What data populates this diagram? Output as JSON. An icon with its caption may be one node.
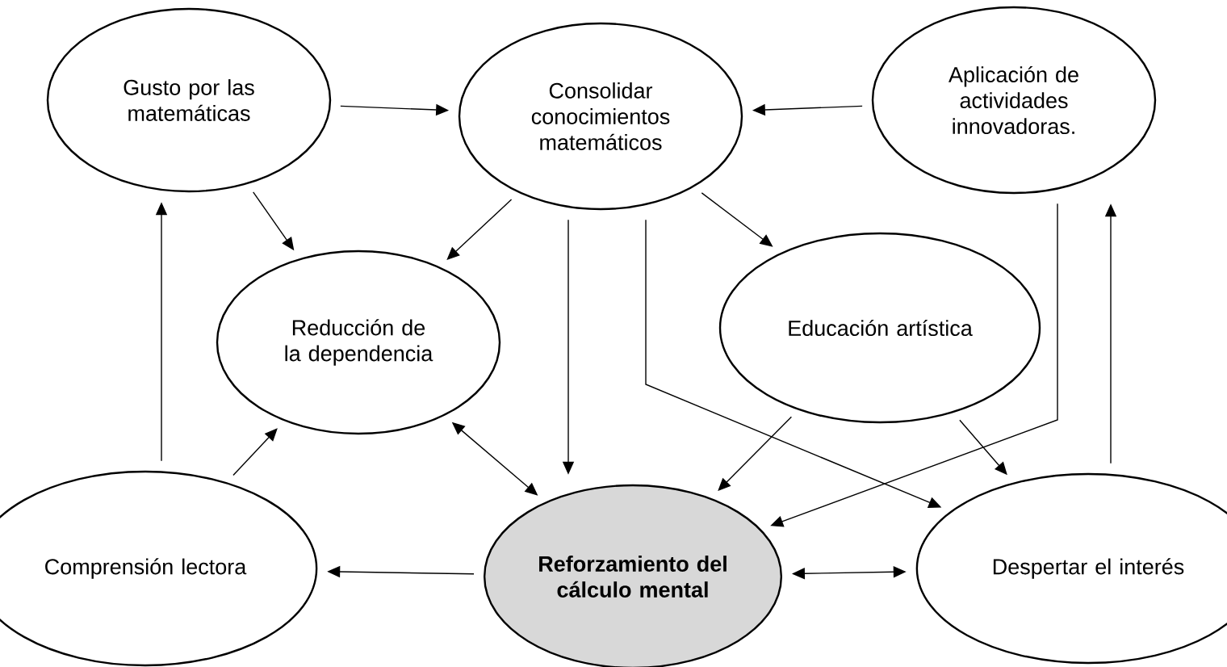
{
  "diagram": {
    "nodes": [
      {
        "text": [
          "Gusto por las matemáticas"
        ]
      },
      {
        "text": [
          "Consolidar conocimientos matemáticos"
        ]
      },
      {
        "text": [
          "Aplicación de actividades innovadoras."
        ]
      },
      {
        "text": [
          "Reducción de la dependencia"
        ]
      },
      {
        "text": [
          "Educación artística"
        ]
      },
      {
        "text": [
          "Comprensión lectora"
        ]
      },
      {
        "text": [
          "Reforzamiento del cálculo mental"
        ]
      },
      {
        "text": [
          "Despertar el interés"
        ]
      }
    ],
    "edges": [
      {
        "from": 0,
        "to": 1,
        "arrow": "to"
      },
      {
        "from": 2,
        "to": 1,
        "arrow": "to"
      },
      {
        "from": 0,
        "to": 3,
        "arrow": "to"
      },
      {
        "from": 1,
        "to": 3,
        "arrow": "to"
      },
      {
        "from": 1,
        "to": 4,
        "arrow": "to"
      },
      {
        "from": 1,
        "to": 6,
        "arrow": "to"
      },
      {
        "from": 1,
        "to": 7,
        "arrow": "to"
      },
      {
        "from": 2,
        "to": 6,
        "arrow": "to"
      },
      {
        "from": 4,
        "to": 6,
        "arrow": "to"
      },
      {
        "from": 4,
        "to": 7,
        "arrow": "to"
      },
      {
        "from": 7,
        "to": 2,
        "arrow": "to"
      },
      {
        "from": 5,
        "to": 0,
        "arrow": "to"
      },
      {
        "from": 5,
        "to": 3,
        "arrow": "to"
      },
      {
        "from": 3,
        "to": 6,
        "arrow": "both"
      },
      {
        "from": 6,
        "to": 5,
        "arrow": "to"
      },
      {
        "from": 6,
        "to": 7,
        "arrow": "both"
      }
    ]
  }
}
